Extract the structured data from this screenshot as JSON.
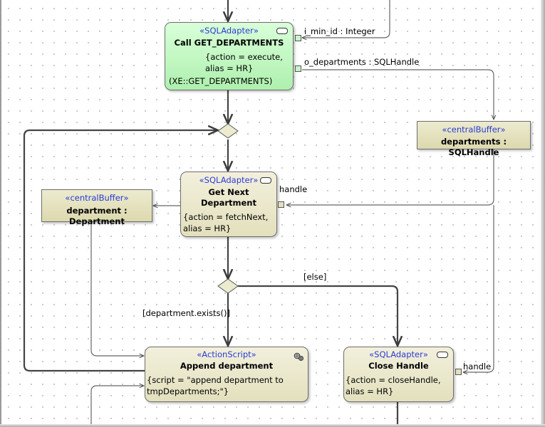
{
  "nodes": {
    "call_get_departments": {
      "stereotype": "«SQLAdapter»",
      "title": "Call GET_DEPARTMENTS",
      "tv1": "{action = execute,",
      "tv2": "alias = HR}",
      "tv3": "(XE::GET_DEPARTMENTS)"
    },
    "get_next_department": {
      "stereotype": "«SQLAdapter»",
      "title1": "Get Next",
      "title2": "Department",
      "tv1": "{action = fetchNext,",
      "tv2": "alias = HR}"
    },
    "append_department": {
      "stereotype": "«ActionScript»",
      "title": "Append department",
      "tv1": "{script = \"append department to",
      "tv2": "tmpDepartments;\"}"
    },
    "close_handle": {
      "stereotype": "«SQLAdapter»",
      "title": "Close Handle",
      "tv1": "{action = closeHandle,",
      "tv2": "alias = HR}"
    }
  },
  "buffers": {
    "departments": {
      "stereotype": "«centralBuffer»",
      "name": "departments : SQLHandle"
    },
    "department": {
      "stereotype": "«centralBuffer»",
      "name": "department : Department"
    }
  },
  "pins": {
    "i_min_id": "i_min_id : Integer",
    "o_departments": "o_departments : SQLHandle",
    "handle_fetch": "handle",
    "handle_close": "handle"
  },
  "guards": {
    "else": "[else]",
    "exists": "[department.exists()]"
  },
  "colors": {
    "stereotype": "#2b3bd6",
    "action_fill": "#e3e0bd",
    "sql_call_fill": "#aef0ae",
    "line": "#4a4a4a"
  },
  "icons": {
    "call_get_departments": "rake-icon",
    "get_next_department": "rake-icon",
    "append_department": "gears-icon",
    "close_handle": "rake-icon"
  }
}
